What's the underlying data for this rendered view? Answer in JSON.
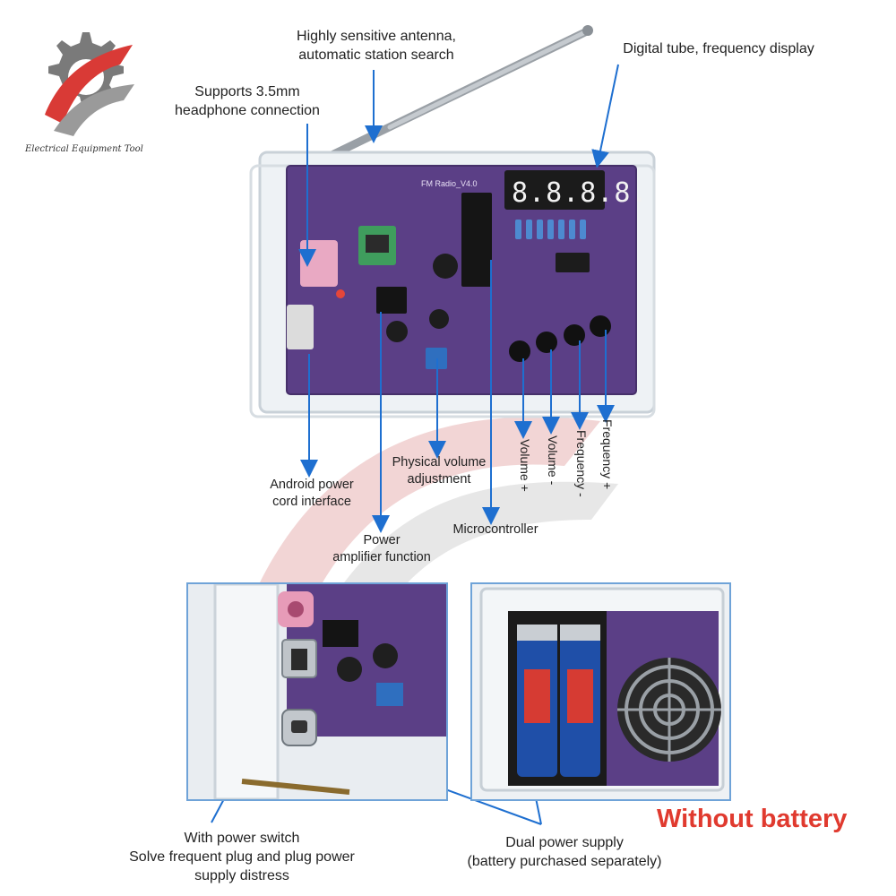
{
  "logo": {
    "caption": "Electrical Equipment Tool"
  },
  "device": {
    "silkscreen_title": "FM Radio_V4.0",
    "display_digits": "8.8.8.8."
  },
  "callouts": {
    "antenna": "Highly sensitive antenna,\nautomatic station search",
    "digital_tube": "Digital tube, frequency display",
    "headphone": "Supports 3.5mm\nheadphone connection",
    "android_power": "Android power\ncord interface",
    "physical_volume": "Physical volume\nadjustment",
    "power_amplifier": "Power\namplifier function",
    "microcontroller": "Microcontroller",
    "volume_plus": "Volume +",
    "volume_minus": "Volume -",
    "frequency_minus": "Frequency -",
    "frequency_plus": "Frequency +"
  },
  "bottom": {
    "power_switch": "With power switch\nSolve frequent plug and plug power\nsupply distress",
    "dual_power": "Dual power supply\n(battery purchased separately)",
    "without_battery": "Without battery"
  },
  "colors": {
    "arrow_blue": "#1e6fd0",
    "pcb_purple": "#5b3f86",
    "accent_red": "#e03a2f",
    "frame_blue": "#6fa3d8"
  }
}
